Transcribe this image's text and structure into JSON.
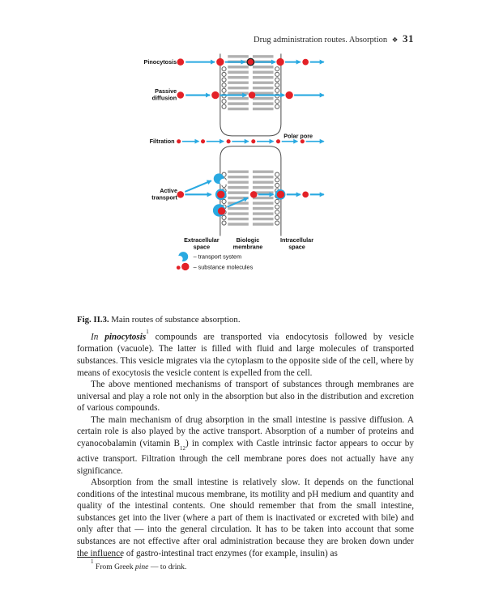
{
  "page": {
    "header": {
      "title": "Drug administration routes. Absorption",
      "ornament": "❖",
      "page_number": "31"
    }
  },
  "figure": {
    "labels": {
      "pinocytosis": "Pinocytosis",
      "passive_line1": "Passive",
      "passive_line2": "diffusion",
      "filtration": "Filtration",
      "polar_pore": "Polar pore",
      "active_line1": "Active",
      "active_line2": "transport",
      "extracellular_line1": "Extracellular",
      "extracellular_line2": "space",
      "biologic_line1": "Biologic",
      "biologic_line2": "membrane",
      "intracellular_line1": "Intracellular",
      "intracellular_line2": "space"
    },
    "legend": {
      "transport_system": "– transport system",
      "substance_molecules": "– substance molecules"
    },
    "colors": {
      "substance_red": "#e32127",
      "arrow_blue": "#29a9e1",
      "membrane_grey": "#b0b0b0"
    }
  },
  "caption": {
    "label": "Fig. II.3.",
    "text": " Main routes of substance absorption."
  },
  "body": {
    "p1": {
      "lead_italic": "In ",
      "lead_bold_italic": "pinocytosis",
      "footnote_ref": "1",
      "text": " compounds are transported via endocytosis followed by vesicle formation (vacuole). The latter is filled with fluid and large molecules of transported substances. This vesicle migrates via the cytoplasm to the opposite side of the cell, where by means of exocytosis the vesicle content is expelled from the cell."
    },
    "p2": {
      "text": "The above mentioned mechanisms of transport of substances through membranes are universal and play a role not only in the absorption but also in the distribution and excretion of various compounds."
    },
    "p3": {
      "text_before_sub": "The main mechanism of drug absorption in the small intestine is passive diffusion. A certain role is also played by the active transport. Absorption of a number of proteins and cyanocobalamin (vitamin B",
      "sub": "12",
      "text_after_sub": ") in complex with Castle intrinsic factor appears to occur by active transport. Filtration through the cell membrane pores does not actually have any significance."
    },
    "p4": {
      "text": "Absorption from the small intestine is relatively slow. It depends on the functional conditions of the intestinal mucous membrane, its motility and pH medium and quantity and quality of the intestinal contents. One should remember that from the small intestine, substances get into the liver (where a part of them is inactivated or excreted with bile) and only after that — into the general circulation. It has to be taken into account that some substances are not effective after oral administration because they are broken down under the influence of gastro-intestinal tract enzymes (for example, insulin) as"
    }
  },
  "footnote": {
    "mark": "1",
    "text_before_italic": " From Greek ",
    "italic": "pine",
    "text_after_italic": " — to drink."
  }
}
